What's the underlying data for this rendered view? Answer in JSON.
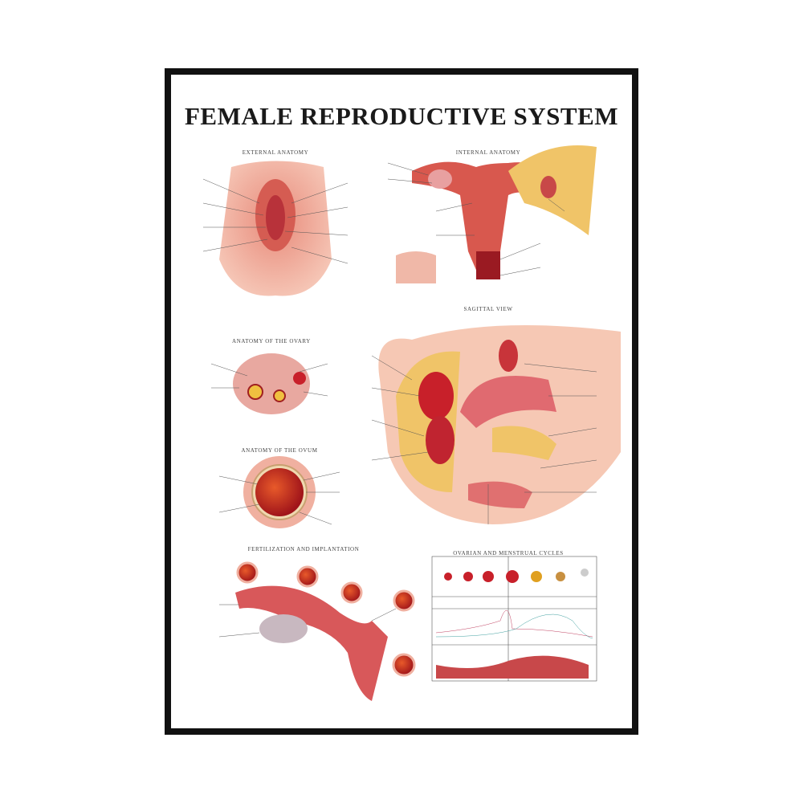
{
  "poster": {
    "title": "FEMALE REPRODUCTIVE SYSTEM",
    "sections": {
      "external": "External Anatomy",
      "internal": "Internal Anatomy",
      "sagittal": "Sagittal View",
      "ovary": "Anatomy of the Ovary",
      "ovum": "Anatomy of the Ovum",
      "fertilization": "Fertilization and Implantation",
      "cycles": "Ovarian and Menstrual Cycles"
    },
    "colors": {
      "frame": "#111111",
      "tissue": "#d9786a",
      "deep_red": "#b8202a",
      "fat": "#f0c76a"
    }
  }
}
